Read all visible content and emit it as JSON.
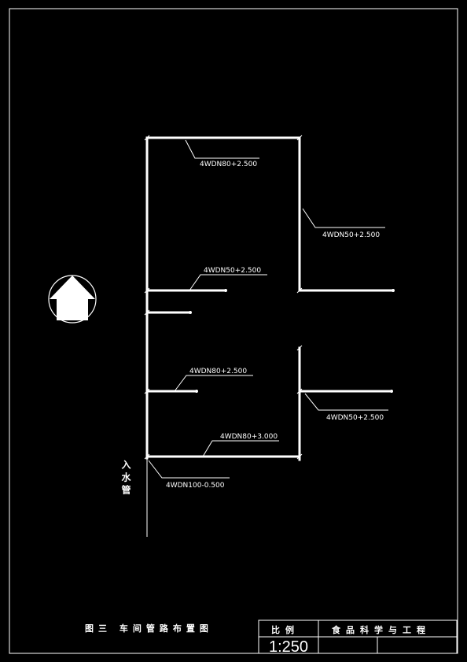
{
  "drawing_title": "图三 车间管路布置图",
  "inlet_label": "入水管",
  "labels": {
    "top_main": "4WDN80+2.500",
    "right_upper": "4WDN50+2.500",
    "left_upper": "4WDN50+2.500",
    "left_mid": "4WDN80+2.500",
    "bottom_main": "4WDN80+3.000",
    "right_lower": "4WDN50+2.500",
    "inlet": "4WDN100-0.500"
  },
  "title_block": {
    "scale_label": "比例",
    "scale_value": "1:250",
    "department": "食品科学与工程"
  },
  "north_arrow": {
    "symbol": "north-arrow-icon"
  }
}
